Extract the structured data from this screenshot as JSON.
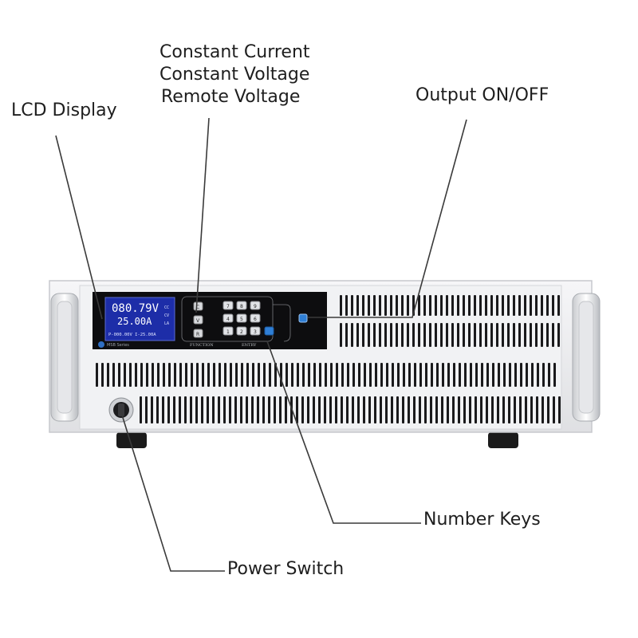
{
  "callouts": {
    "lcd_display": "LCD Display",
    "functions": [
      "Constant Current",
      "Constant Voltage",
      "Remote Voltage"
    ],
    "output_on_off": "Output ON/OFF",
    "number_keys": "Number Keys",
    "power_switch": "Power Switch"
  },
  "device": {
    "lcd": {
      "voltage": "080.79V",
      "current": "25.00A",
      "status_line": "P-000.00V  I-25.00A",
      "side_indicators": [
        "CC",
        "CV",
        "LA"
      ],
      "brand": "MSB Series"
    },
    "panel_labels": {
      "function": "FUNCTION",
      "entry": "ENTRY"
    },
    "function_keys": [
      "C",
      "V",
      "R"
    ],
    "number_keys": [
      "7",
      "8",
      "9",
      "4",
      "5",
      "6",
      "1",
      "2",
      "3"
    ],
    "colors": {
      "chassis": "#eeeff1",
      "front_panel": "#0d0d0f",
      "lcd_screen": "#1d2da8",
      "lcd_text": "#ffffff",
      "enter_key": "#2f7fd6",
      "leader_line": "#3a3a3a"
    }
  }
}
